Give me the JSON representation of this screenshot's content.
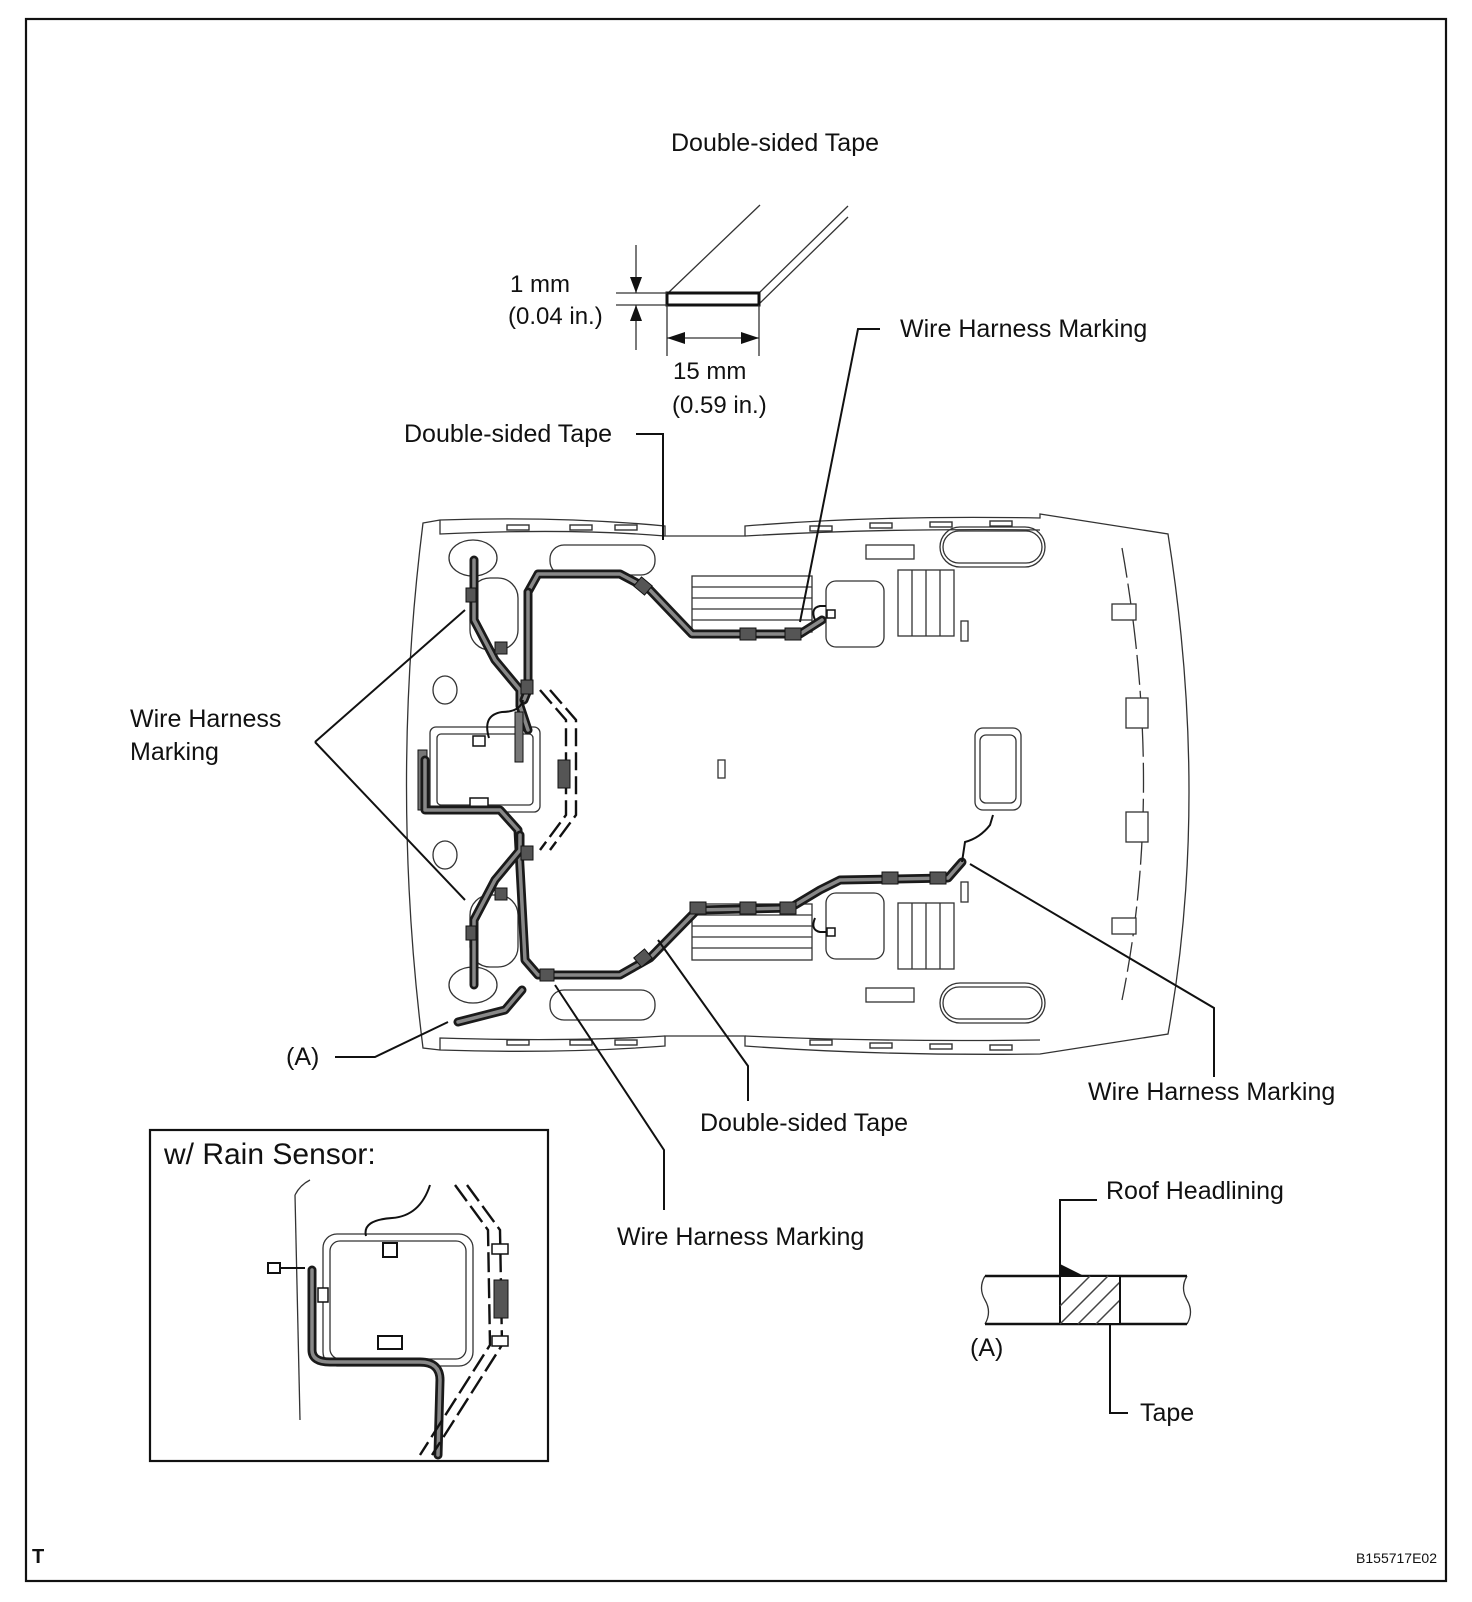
{
  "texts": {
    "top_title": "Double-sided Tape",
    "dim_thickness_mm": "1 mm",
    "dim_thickness_in": "(0.04 in.)",
    "dim_width_mm": "15 mm",
    "dim_width_in": "(0.59 in.)",
    "label_wire_marking_top": "Wire Harness Marking",
    "label_tape_mid": "Double-sided Tape",
    "label_wire_marking_left_1": "Wire Harness",
    "label_wire_marking_left_2": "Marking",
    "label_a_left": "(A)",
    "label_tape_bottom": "Double-sided Tape",
    "label_wire_marking_right": "Wire Harness Marking",
    "label_wire_marking_bottom": "Wire Harness Marking",
    "inset_title": "w/ Rain Sensor:",
    "detail_roof": "Roof Headlining",
    "detail_a": "(A)",
    "detail_tape": "Tape",
    "corner_mark": "T",
    "figure_code": "B155717E02"
  },
  "colors": {
    "ink": "#111111",
    "background": "#ffffff"
  }
}
